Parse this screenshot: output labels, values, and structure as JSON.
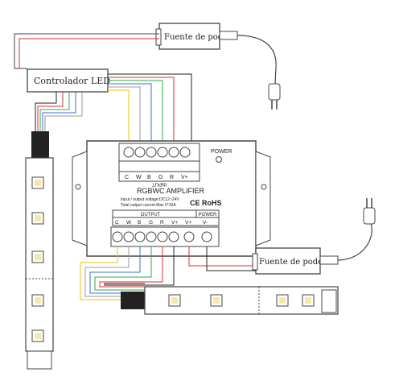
{
  "top_power_supply": {
    "label": "Fuente de poder"
  },
  "controller": {
    "label": "Controlador LED"
  },
  "amplifier": {
    "power_label": "POWER",
    "input_header": "INPUT",
    "input_pins": [
      "C",
      "W",
      "B",
      "G",
      "R",
      "V+"
    ],
    "title": "RGBWC AMPLIFIER",
    "spec_voltage": "Input / output voltage:DC12~24V",
    "spec_current": "Total output current:Max 5*10A",
    "cert": "CE RoHS",
    "output_header": "OUTPUT",
    "power_header": "POWER",
    "output_pins": [
      "C",
      "W",
      "B",
      "G",
      "R",
      "V+"
    ],
    "power_pins": [
      "V+",
      "V-"
    ]
  },
  "bottom_power_supply": {
    "label": "Fuente de poder"
  },
  "wire_colors": {
    "C": "#f2c200",
    "W": "#9a9a9a",
    "B": "#3a6fd8",
    "G": "#2fa84a",
    "R": "#d83030",
    "V+": "#222222"
  }
}
